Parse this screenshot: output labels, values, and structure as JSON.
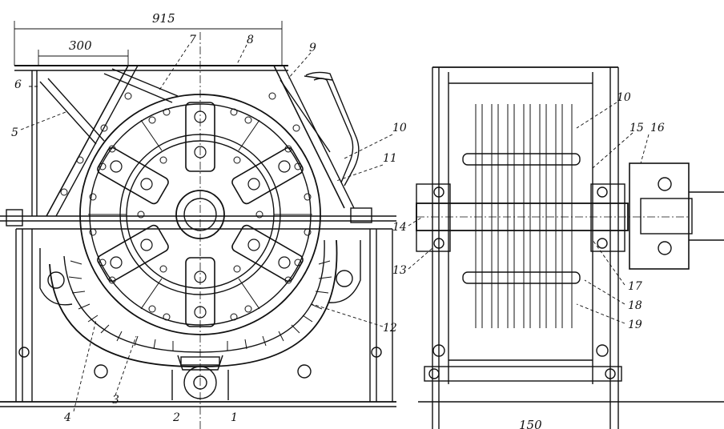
{
  "dimensions": {
    "overall_width": "915",
    "partial_width": "300",
    "bottom_partial": "150"
  },
  "callouts": [
    "1",
    "2",
    "3",
    "4",
    "5",
    "6",
    "7",
    "8",
    "9",
    "10",
    "11",
    "12",
    "13",
    "14",
    "15",
    "16",
    "17",
    "18",
    "19",
    "10"
  ],
  "colors": {
    "ink": "#111111",
    "paper": "#ffffff"
  }
}
